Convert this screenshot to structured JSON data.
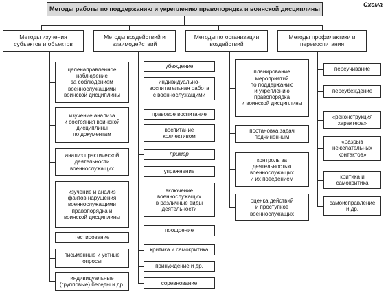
{
  "diagram": {
    "schema_label": "Схема",
    "title": "Методы работы по поддержанию и укреплению правопорядка и воинской дисциплины",
    "categories": [
      {
        "label": "Методы изучения\nсубъектов и объектов",
        "items": [
          "целенаправленное\nнаблюдение\nза соблюдением\nвоеннослужащими\nвоинской дисциплины",
          "изучение анализа\nи состояния воинской\nдисциплины\nпо документам",
          "анализ практической\nдеятельности\nвоеннослужащих",
          "изучение и анализ\nфактов нарушения\nвоеннослужащими\nправопорядка и\nвоинской дисциплины",
          "тестирование",
          "письменные и устные\nопросы",
          "индивидуальные\n(групповые) беседы и др."
        ]
      },
      {
        "label": "Методы воздействий и\nвзаимодействий",
        "items": [
          "убеждение",
          "индивидуально-\nвоспитательная работа\nс военнослужащими",
          "правовое воспитание",
          "воспитание\nколлективом",
          "пример",
          "упражнение",
          "включение\nвоеннослужащих\nв различные виды\nдеятельности",
          "поощрение",
          "критика и самокритика",
          "принуждение и др.",
          "соревнование"
        ]
      },
      {
        "label": "Методы по организации\nвоздействий",
        "items": [
          "планирование\nмероприятий\nпо поддержанию\nи укреплению\nправопорядка\nи воинской дисциплины",
          "постановка задач\nподчиненным",
          "контроль за\nдеятельностью\nвоеннослужащих\nи их поведением",
          "оценка действий\nи проступков\nвоеннослужащих"
        ]
      },
      {
        "label": "Методы профилактики и\nперевоспитания",
        "items": [
          "переучивание",
          "переубеждение",
          "«реконструкция\nхарактера»",
          "«разрыв\nнежелательных\nконтактов»",
          "критика и\nсамокритика",
          "самоисправление\nи др."
        ]
      }
    ]
  }
}
